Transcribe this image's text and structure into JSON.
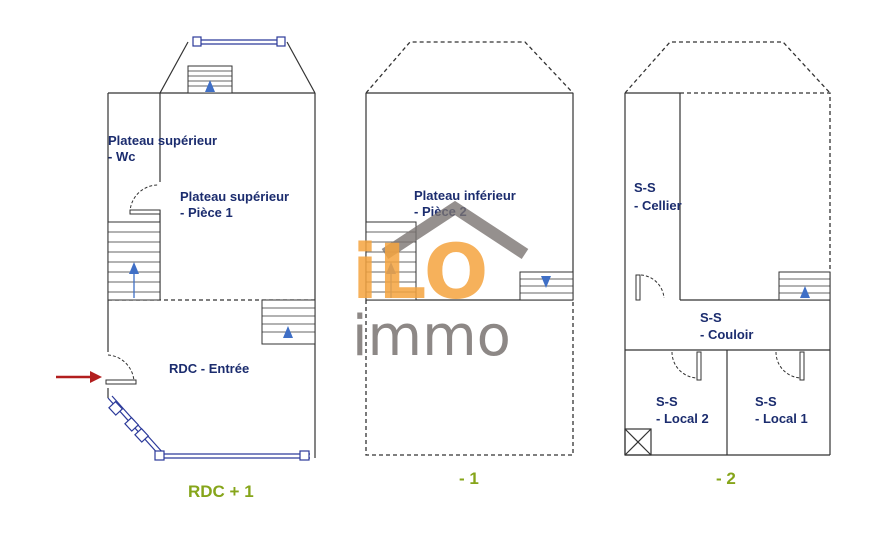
{
  "floors": [
    {
      "caption": "RDC + 1",
      "rooms": [
        {
          "line1": "Plateau supérieur",
          "line2": "- Wc"
        },
        {
          "line1": "Plateau supérieur",
          "line2": "- Pièce 1"
        },
        {
          "line1": "RDC - Entrée",
          "line2": ""
        }
      ]
    },
    {
      "caption": "- 1",
      "rooms": [
        {
          "line1": "Plateau inférieur",
          "line2": "- Pièce 2"
        }
      ]
    },
    {
      "caption": "- 2",
      "rooms": [
        {
          "line1": "S-S",
          "line2": "- Cellier"
        },
        {
          "line1": "S-S",
          "line2": "- Couloir"
        },
        {
          "line1": "S-S",
          "line2": "- Local 2"
        },
        {
          "line1": "S-S",
          "line2": "- Local 1"
        }
      ]
    }
  ],
  "watermark": {
    "brand_letters": "iLO",
    "brand_word": "immo"
  },
  "colors": {
    "label_text": "#1b2c6e",
    "floor_caption": "#86a51a",
    "window": "#2c3a9a",
    "stair_arrow": "#3f6fc6",
    "entry_arrow": "#b21e1e",
    "watermark_orange": "#f5a43f",
    "watermark_gray": "#7a7472"
  },
  "icons": {
    "entry": "entry-arrow-icon",
    "stairs": "stairs-up-icon"
  }
}
